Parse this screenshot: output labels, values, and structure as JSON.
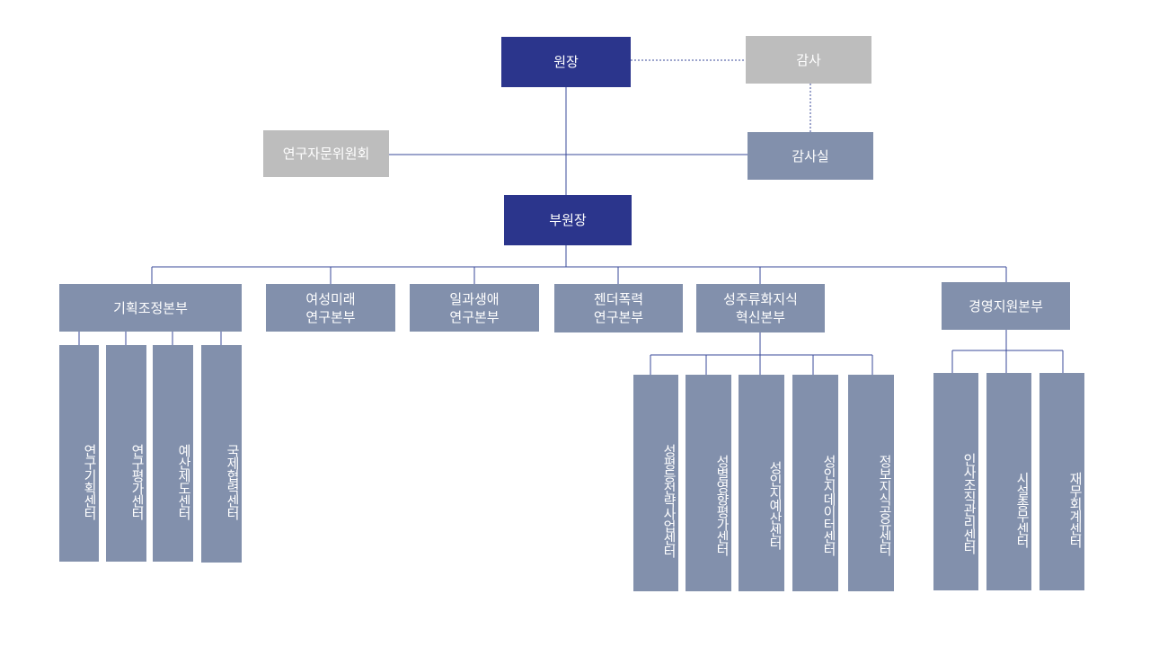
{
  "chart": {
    "director": "원장",
    "auditor": "감사",
    "audit_office": "감사실",
    "advisory_committee": "연구자문위원회",
    "vice_director": "부원장",
    "divisions": {
      "planning": "기획조정본부",
      "women_future": "여성미래\n연구본부",
      "work_family": "일과생애\n연구본부",
      "gender_violence": "젠더폭력\n연구본부",
      "gender_knowledge": "성주류화지식\n혁신본부",
      "management": "경영지원본부"
    },
    "planning_centers": [
      "연구기획센터",
      "연구평가센터",
      "예산제도센터",
      "국제협력센터"
    ],
    "knowledge_centers": [
      "성평등전략사업센터",
      "성별영향평가센터",
      "성인지예산센터",
      "성인지데이터센터",
      "정보지식공유센터"
    ],
    "management_centers": [
      "인사조직관리센터",
      "시설총무센터",
      "재무회계센터"
    ]
  }
}
